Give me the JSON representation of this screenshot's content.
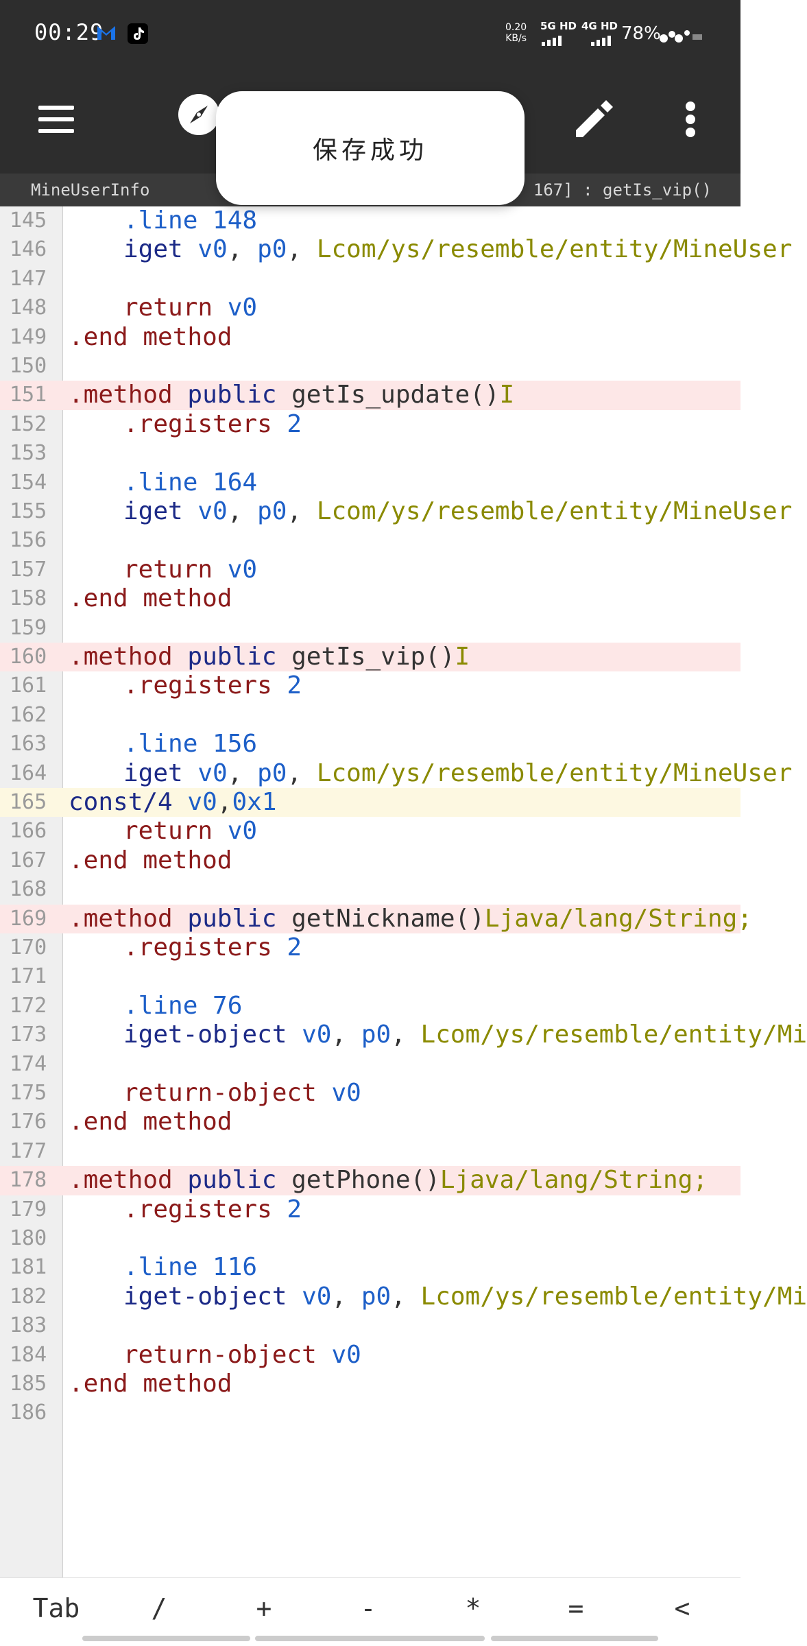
{
  "status_bar": {
    "time": "00:29",
    "speed_value": "0.20",
    "speed_unit": "KB/s",
    "sim1": "5G HD",
    "sim2": "4G HD",
    "battery": "78%",
    "icons": [
      "gmail-icon",
      "tiktok-icon",
      "signal-icon",
      "signal-icon",
      "battery-icon"
    ]
  },
  "toolbar": {
    "icons": [
      "menu-icon",
      "compass-icon",
      "edit-icon",
      "more-icon"
    ]
  },
  "subheader": {
    "file_name": "MineUserInfo",
    "position": "[160 - 167] : getIs_vip()"
  },
  "toast": {
    "message": "保存成功"
  },
  "code_lines": [
    {
      "n": "145",
      "parts": [
        {
          "t": ".line ",
          "c": "k-blue"
        },
        {
          "t": "148",
          "c": "k-blue"
        }
      ]
    },
    {
      "n": "146",
      "parts": [
        {
          "t": "iget ",
          "c": "k-navy"
        },
        {
          "t": "v0",
          "c": "k-blue"
        },
        {
          "t": ", ",
          "c": "k-dk"
        },
        {
          "t": "p0",
          "c": "k-blue"
        },
        {
          "t": ", ",
          "c": "k-dk"
        },
        {
          "t": "Lcom/ys/resemble/entity/MineUser",
          "c": "k-ol"
        }
      ]
    },
    {
      "n": "147",
      "parts": []
    },
    {
      "n": "148",
      "parts": [
        {
          "t": "return ",
          "c": "k-red"
        },
        {
          "t": "v0",
          "c": "k-blue"
        }
      ]
    },
    {
      "n": "149",
      "flush": true,
      "parts": [
        {
          "t": ".end method",
          "c": "k-red"
        }
      ]
    },
    {
      "n": "150",
      "parts": []
    },
    {
      "n": "151",
      "flush": true,
      "method": true,
      "parts": [
        {
          "t": ".method ",
          "c": "k-red"
        },
        {
          "t": "public ",
          "c": "k-navy"
        },
        {
          "t": "getIs_update()",
          "c": "k-dk"
        },
        {
          "t": "I",
          "c": "k-ol"
        }
      ]
    },
    {
      "n": "152",
      "parts": [
        {
          "t": ".registers ",
          "c": "k-red"
        },
        {
          "t": "2",
          "c": "k-blue"
        }
      ]
    },
    {
      "n": "153",
      "parts": []
    },
    {
      "n": "154",
      "parts": [
        {
          "t": ".line ",
          "c": "k-blue"
        },
        {
          "t": "164",
          "c": "k-blue"
        }
      ]
    },
    {
      "n": "155",
      "parts": [
        {
          "t": "iget ",
          "c": "k-navy"
        },
        {
          "t": "v0",
          "c": "k-blue"
        },
        {
          "t": ", ",
          "c": "k-dk"
        },
        {
          "t": "p0",
          "c": "k-blue"
        },
        {
          "t": ", ",
          "c": "k-dk"
        },
        {
          "t": "Lcom/ys/resemble/entity/MineUser",
          "c": "k-ol"
        }
      ]
    },
    {
      "n": "156",
      "parts": []
    },
    {
      "n": "157",
      "parts": [
        {
          "t": "return ",
          "c": "k-red"
        },
        {
          "t": "v0",
          "c": "k-blue"
        }
      ]
    },
    {
      "n": "158",
      "flush": true,
      "parts": [
        {
          "t": ".end method",
          "c": "k-red"
        }
      ]
    },
    {
      "n": "159",
      "parts": []
    },
    {
      "n": "160",
      "flush": true,
      "method": true,
      "parts": [
        {
          "t": ".method ",
          "c": "k-red"
        },
        {
          "t": "public ",
          "c": "k-navy"
        },
        {
          "t": "getIs_vip()",
          "c": "k-dk"
        },
        {
          "t": "I",
          "c": "k-ol"
        }
      ]
    },
    {
      "n": "161",
      "parts": [
        {
          "t": ".registers ",
          "c": "k-red"
        },
        {
          "t": "2",
          "c": "k-blue"
        }
      ]
    },
    {
      "n": "162",
      "parts": []
    },
    {
      "n": "163",
      "parts": [
        {
          "t": ".line ",
          "c": "k-blue"
        },
        {
          "t": "156",
          "c": "k-blue"
        }
      ]
    },
    {
      "n": "164",
      "parts": [
        {
          "t": "iget ",
          "c": "k-navy"
        },
        {
          "t": "v0",
          "c": "k-blue"
        },
        {
          "t": ", ",
          "c": "k-dk"
        },
        {
          "t": "p0",
          "c": "k-blue"
        },
        {
          "t": ", ",
          "c": "k-dk"
        },
        {
          "t": "Lcom/ys/resemble/entity/MineUser",
          "c": "k-ol"
        }
      ]
    },
    {
      "n": "165",
      "flush": true,
      "edited": true,
      "parts": [
        {
          "t": "const/4 ",
          "c": "k-navy"
        },
        {
          "t": "v0",
          "c": "k-blue"
        },
        {
          "t": ",",
          "c": "k-dk"
        },
        {
          "t": "0x1",
          "c": "k-blue"
        }
      ]
    },
    {
      "n": "166",
      "parts": [
        {
          "t": "return ",
          "c": "k-red"
        },
        {
          "t": "v0",
          "c": "k-blue"
        }
      ]
    },
    {
      "n": "167",
      "flush": true,
      "parts": [
        {
          "t": ".end method",
          "c": "k-red"
        }
      ]
    },
    {
      "n": "168",
      "parts": []
    },
    {
      "n": "169",
      "flush": true,
      "method": true,
      "parts": [
        {
          "t": ".method ",
          "c": "k-red"
        },
        {
          "t": "public ",
          "c": "k-navy"
        },
        {
          "t": "getNickname()",
          "c": "k-dk"
        },
        {
          "t": "Ljava/lang/String;",
          "c": "k-ol"
        }
      ]
    },
    {
      "n": "170",
      "parts": [
        {
          "t": ".registers ",
          "c": "k-red"
        },
        {
          "t": "2",
          "c": "k-blue"
        }
      ]
    },
    {
      "n": "171",
      "parts": []
    },
    {
      "n": "172",
      "parts": [
        {
          "t": ".line ",
          "c": "k-blue"
        },
        {
          "t": "76",
          "c": "k-blue"
        }
      ]
    },
    {
      "n": "173",
      "parts": [
        {
          "t": "iget-object ",
          "c": "k-navy"
        },
        {
          "t": "v0",
          "c": "k-blue"
        },
        {
          "t": ", ",
          "c": "k-dk"
        },
        {
          "t": "p0",
          "c": "k-blue"
        },
        {
          "t": ", ",
          "c": "k-dk"
        },
        {
          "t": "Lcom/ys/resemble/entity/Mi",
          "c": "k-ol"
        }
      ]
    },
    {
      "n": "174",
      "parts": []
    },
    {
      "n": "175",
      "parts": [
        {
          "t": "return-object ",
          "c": "k-red"
        },
        {
          "t": "v0",
          "c": "k-blue"
        }
      ]
    },
    {
      "n": "176",
      "flush": true,
      "parts": [
        {
          "t": ".end method",
          "c": "k-red"
        }
      ]
    },
    {
      "n": "177",
      "parts": []
    },
    {
      "n": "178",
      "flush": true,
      "method": true,
      "parts": [
        {
          "t": ".method ",
          "c": "k-red"
        },
        {
          "t": "public ",
          "c": "k-navy"
        },
        {
          "t": "getPhone()",
          "c": "k-dk"
        },
        {
          "t": "Ljava/lang/String;",
          "c": "k-ol"
        }
      ]
    },
    {
      "n": "179",
      "parts": [
        {
          "t": ".registers ",
          "c": "k-red"
        },
        {
          "t": "2",
          "c": "k-blue"
        }
      ]
    },
    {
      "n": "180",
      "parts": []
    },
    {
      "n": "181",
      "parts": [
        {
          "t": ".line ",
          "c": "k-blue"
        },
        {
          "t": "116",
          "c": "k-blue"
        }
      ]
    },
    {
      "n": "182",
      "parts": [
        {
          "t": "iget-object ",
          "c": "k-navy"
        },
        {
          "t": "v0",
          "c": "k-blue"
        },
        {
          "t": ", ",
          "c": "k-dk"
        },
        {
          "t": "p0",
          "c": "k-blue"
        },
        {
          "t": ", ",
          "c": "k-dk"
        },
        {
          "t": "Lcom/ys/resemble/entity/Mi",
          "c": "k-ol"
        }
      ]
    },
    {
      "n": "183",
      "parts": []
    },
    {
      "n": "184",
      "parts": [
        {
          "t": "return-object ",
          "c": "k-red"
        },
        {
          "t": "v0",
          "c": "k-blue"
        }
      ]
    },
    {
      "n": "185",
      "flush": true,
      "parts": [
        {
          "t": ".end method",
          "c": "k-red"
        }
      ]
    },
    {
      "n": "186",
      "parts": []
    }
  ],
  "keys": [
    "Tab",
    "/",
    "+",
    "-",
    "*",
    "=",
    "<"
  ],
  "colors": {
    "toolbar": "#2d2d2d",
    "method_highlight": "#fde7e7",
    "edited_highlight": "#fdf8e1",
    "keyword_red": "#8b1a1a",
    "keyword_navy": "#1c2a87",
    "register_blue": "#1d5fc8",
    "type_olive": "#8a8a00"
  }
}
